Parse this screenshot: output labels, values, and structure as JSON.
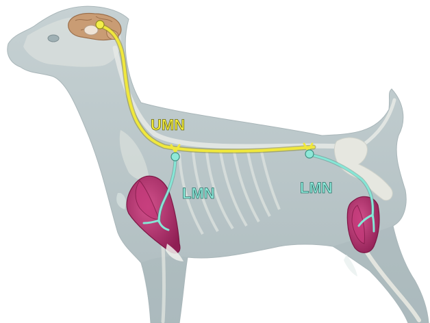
{
  "labels": {
    "umn": "UMN",
    "lmn_front": "LMN",
    "lmn_hind": "LMN"
  },
  "colors": {
    "umn": "#e8e23a",
    "lmn": "#7fe0cf",
    "body": "#b7c4c7",
    "bone": "#dfe2dc",
    "muscle": "#b8306f",
    "brain": "#c99c74"
  }
}
